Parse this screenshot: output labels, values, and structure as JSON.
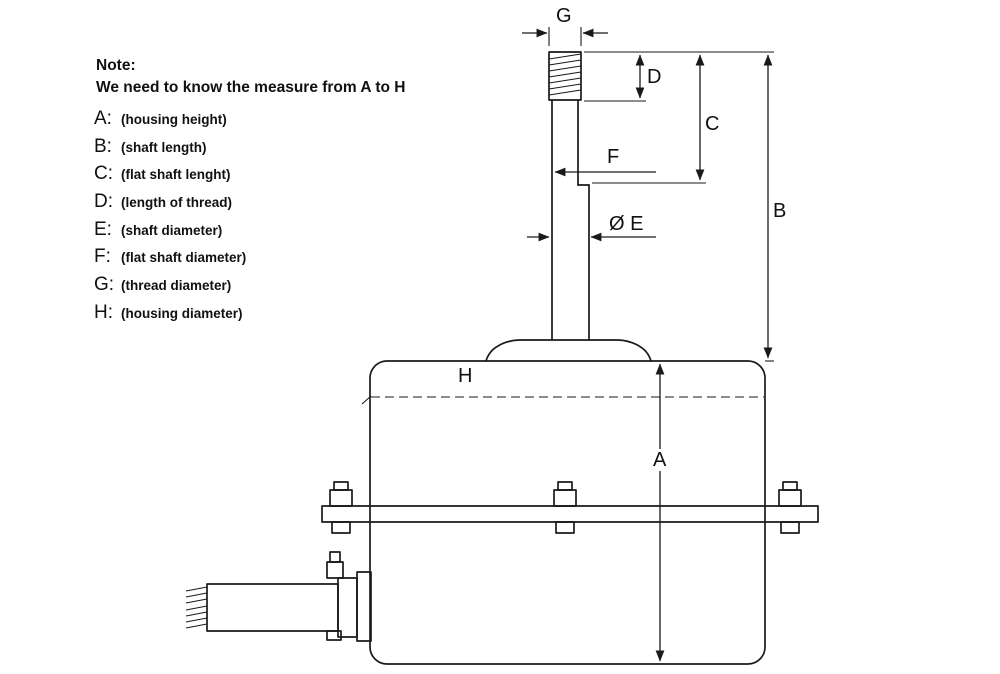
{
  "note": {
    "title": "Note:",
    "subtitle": "We need to know the measure from A to H"
  },
  "legend": {
    "items": [
      {
        "letter": "A:",
        "desc": "(housing height)"
      },
      {
        "letter": "B:",
        "desc": "(shaft length)"
      },
      {
        "letter": "C:",
        "desc": "(flat shaft lenght)"
      },
      {
        "letter": "D:",
        "desc": "(length of thread)"
      },
      {
        "letter": "E:",
        "desc": "(shaft diameter)"
      },
      {
        "letter": "F:",
        "desc": "(flat shaft diameter)"
      },
      {
        "letter": "G:",
        "desc": "(thread diameter)"
      },
      {
        "letter": "H:",
        "desc": "(housing diameter)"
      }
    ]
  },
  "dimensions": {
    "a": "A",
    "b": "B",
    "c": "C",
    "d": "D",
    "e": "Ø E",
    "f": "F",
    "g": "G",
    "h": "H"
  }
}
